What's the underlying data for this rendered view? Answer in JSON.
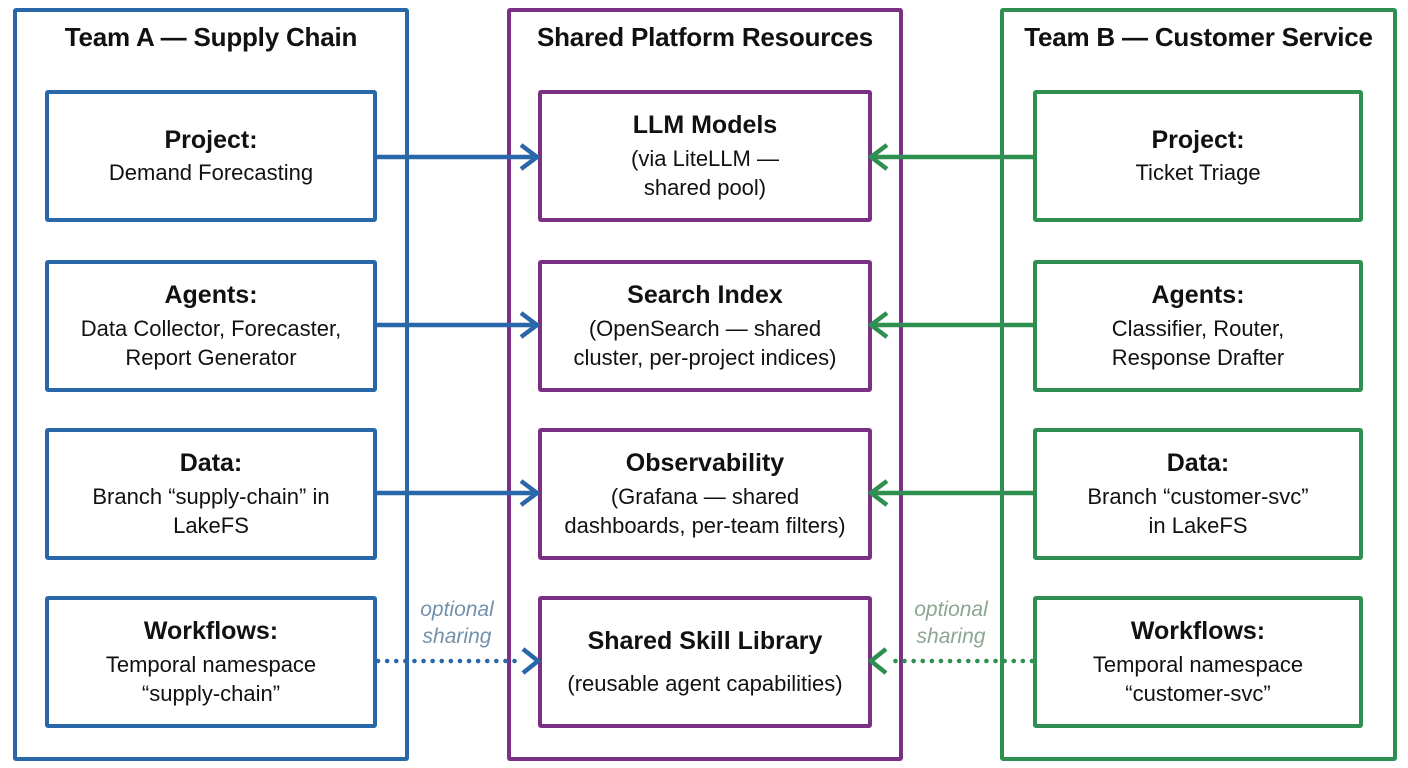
{
  "diagram": {
    "columns": [
      {
        "id": "team-a",
        "title": "Team A — Supply Chain",
        "accent_color": "#2868a9",
        "boxes": [
          {
            "title": "Project:",
            "body": "Demand Forecasting"
          },
          {
            "title": "Agents:",
            "body": "Data Collector, Forecaster,\nReport Generator"
          },
          {
            "title": "Data:",
            "body": "Branch “supply-chain” in\nLakeFS"
          },
          {
            "title": "Workflows:",
            "body": "Temporal namespace\n“supply-chain”"
          }
        ]
      },
      {
        "id": "shared-platform",
        "title": "Shared Platform Resources",
        "accent_color": "#7a3083",
        "boxes": [
          {
            "title": "LLM Models",
            "body": "(via LiteLLM —\nshared pool)"
          },
          {
            "title": "Search Index",
            "body": "(OpenSearch — shared\ncluster, per-project indices)"
          },
          {
            "title": "Observability",
            "body": "(Grafana — shared\ndashboards, per-team filters)"
          },
          {
            "title": "Shared Skill Library",
            "body": "(reusable agent capabilities)"
          }
        ]
      },
      {
        "id": "team-b",
        "title": "Team B — Customer Service",
        "accent_color": "#2e8f50",
        "boxes": [
          {
            "title": "Project:",
            "body": "Ticket Triage"
          },
          {
            "title": "Agents:",
            "body": "Classifier, Router,\nResponse Drafter"
          },
          {
            "title": "Data:",
            "body": "Branch “customer-svc”\nin LakeFS"
          },
          {
            "title": "Workflows:",
            "body": "Temporal namespace\n“customer-svc”"
          }
        ]
      }
    ],
    "labels": {
      "optional_sharing_left": "optional\nsharing",
      "optional_sharing_right": "optional\nsharing"
    },
    "connections": [
      {
        "from": "team-a.project",
        "to": "shared-platform.llm-models",
        "style": "solid",
        "color": "#2868a9"
      },
      {
        "from": "team-a.agents",
        "to": "shared-platform.search-index",
        "style": "solid",
        "color": "#2868a9"
      },
      {
        "from": "team-a.data",
        "to": "shared-platform.observability",
        "style": "solid",
        "color": "#2868a9"
      },
      {
        "from": "team-a.workflows",
        "to": "shared-platform.skill-library",
        "style": "dotted",
        "color": "#2868a9",
        "label": "optional sharing"
      },
      {
        "from": "team-b.project",
        "to": "shared-platform.llm-models",
        "style": "solid",
        "color": "#2e8f50"
      },
      {
        "from": "team-b.agents",
        "to": "shared-platform.search-index",
        "style": "solid",
        "color": "#2e8f50"
      },
      {
        "from": "team-b.data",
        "to": "shared-platform.observability",
        "style": "solid",
        "color": "#2e8f50"
      },
      {
        "from": "team-b.workflows",
        "to": "shared-platform.skill-library",
        "style": "dotted",
        "color": "#2e8f50",
        "label": "optional sharing"
      }
    ]
  }
}
